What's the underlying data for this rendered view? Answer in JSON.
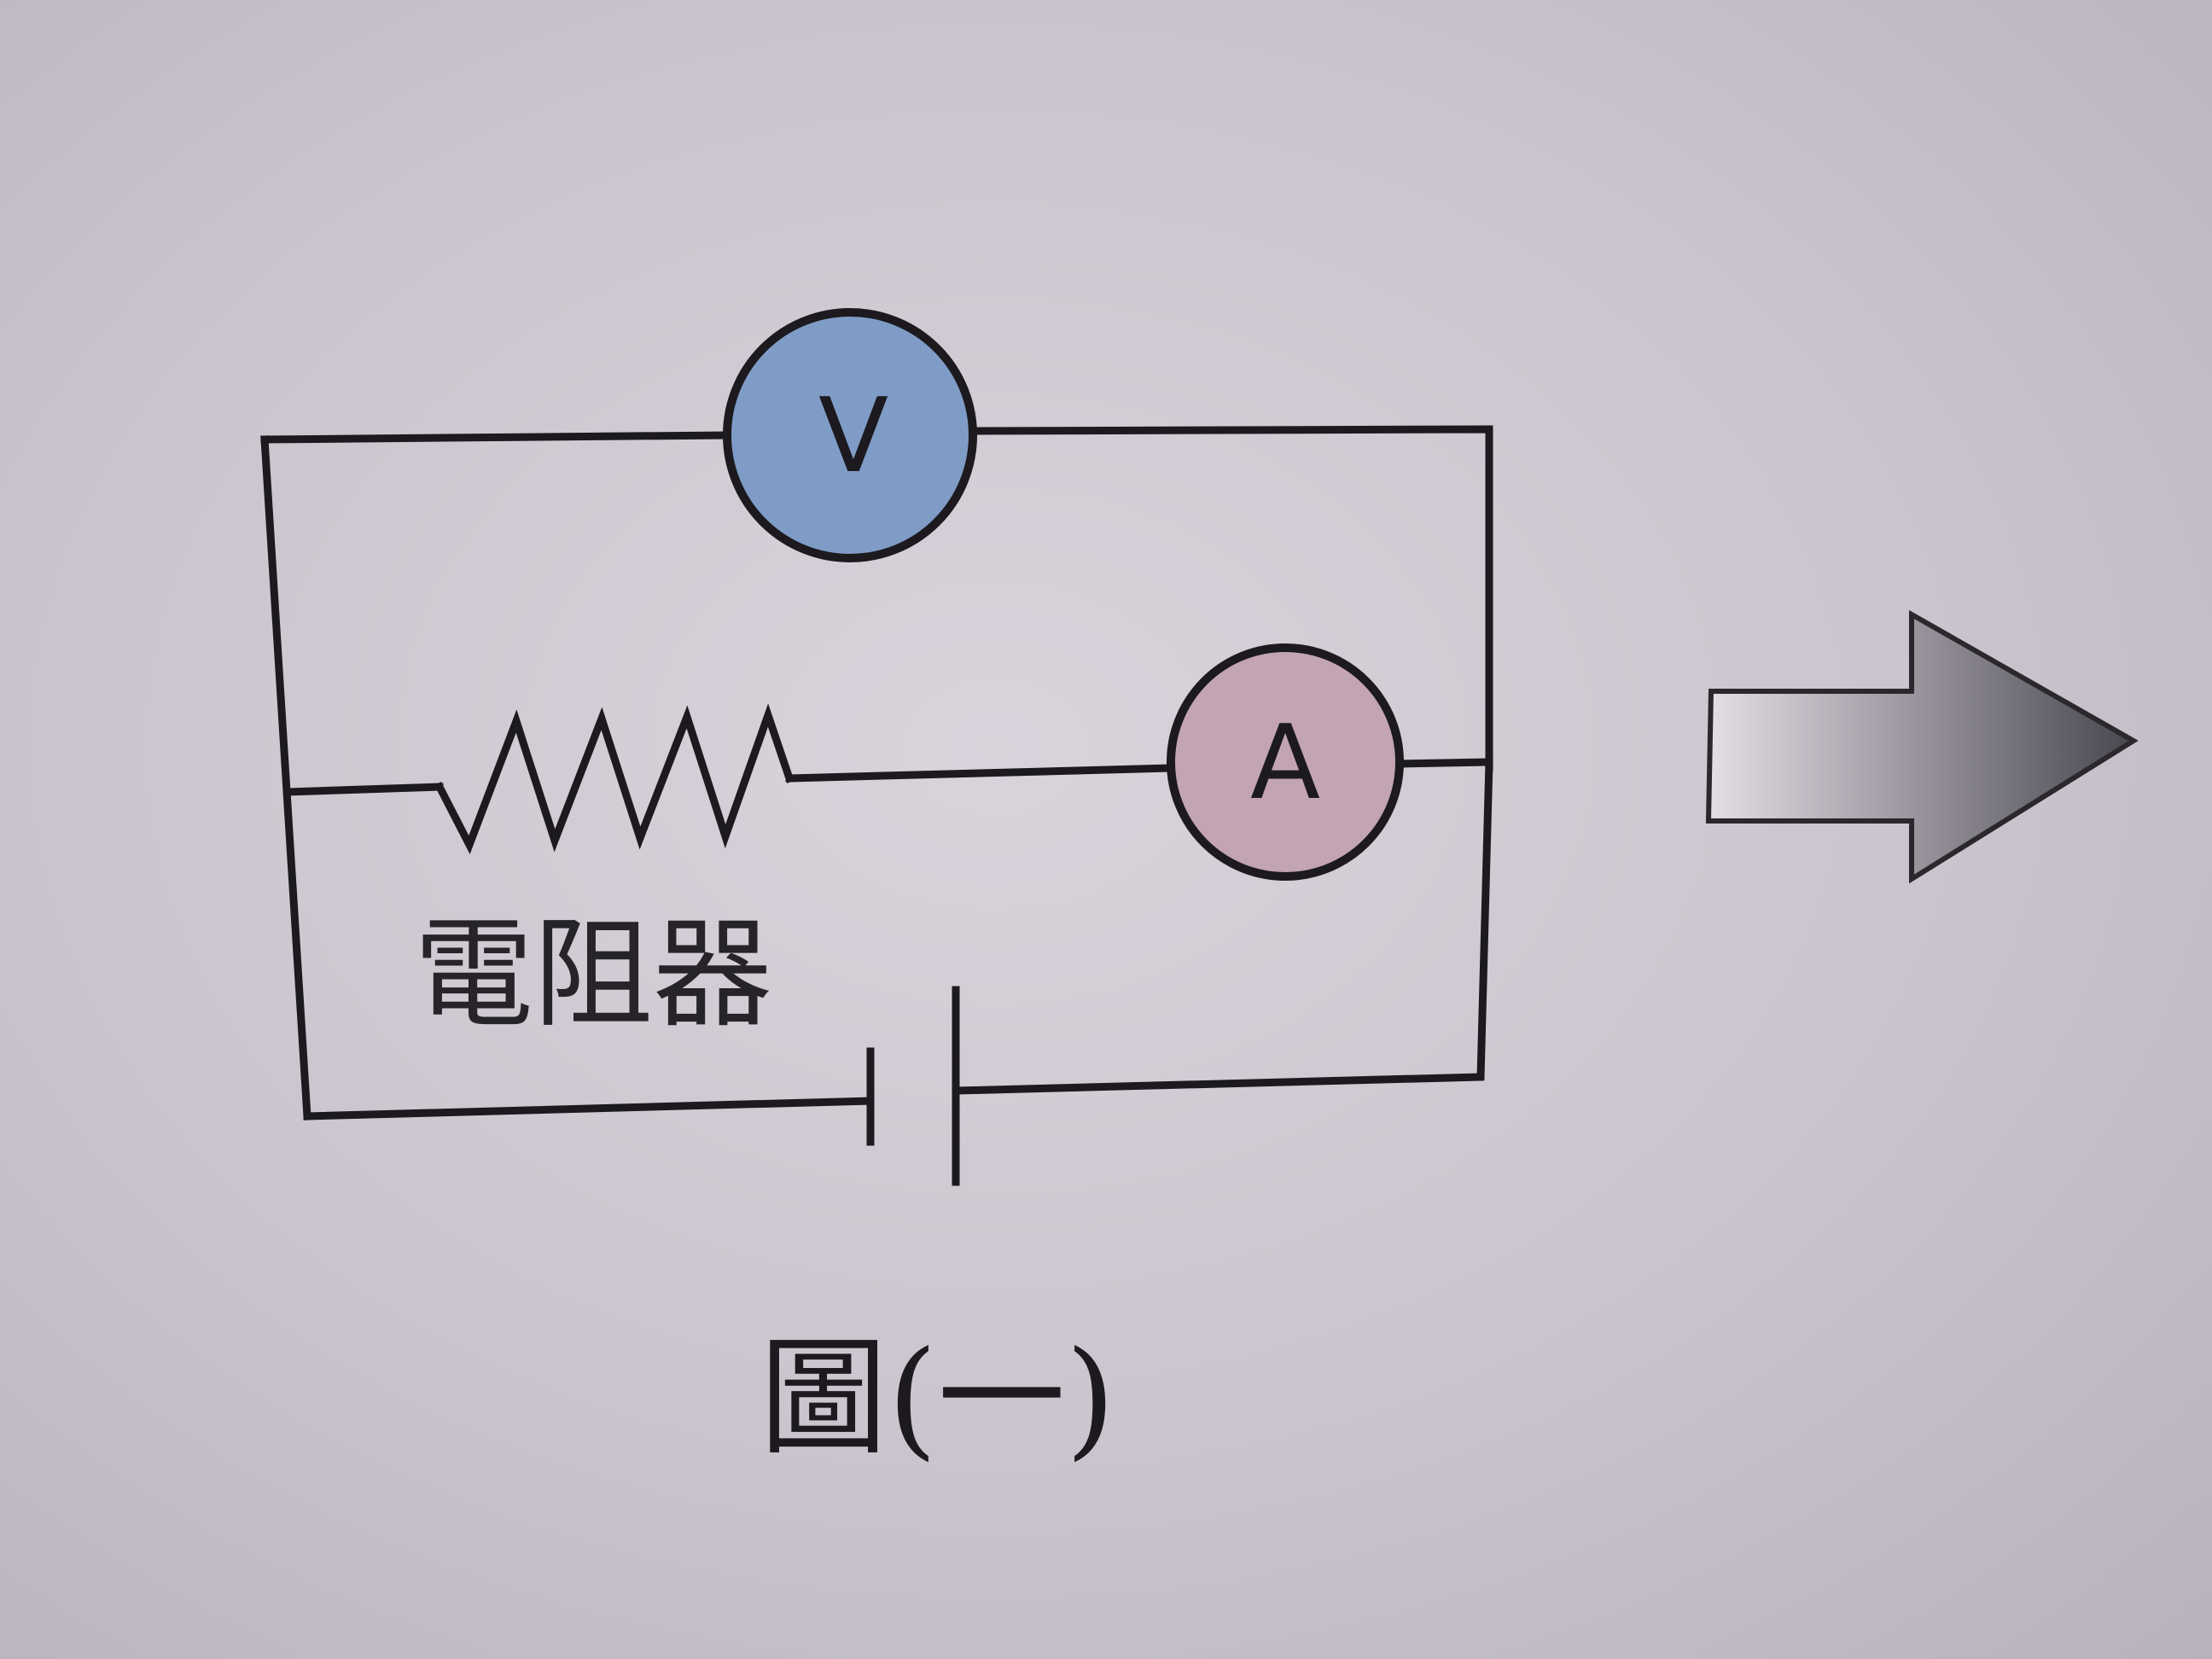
{
  "diagram": {
    "voltmeter": {
      "symbol": "V",
      "fill_color": "#7f9cc6"
    },
    "ammeter": {
      "symbol": "A",
      "fill_color": "#c3a4b4"
    },
    "resistor": {
      "label": "電阻器"
    },
    "caption": "圖(一)",
    "arrow": {
      "direction": "right",
      "color_dark": "#4a4750",
      "color_light": "#e4dee6"
    },
    "wire_color": "#1c1a1e"
  }
}
